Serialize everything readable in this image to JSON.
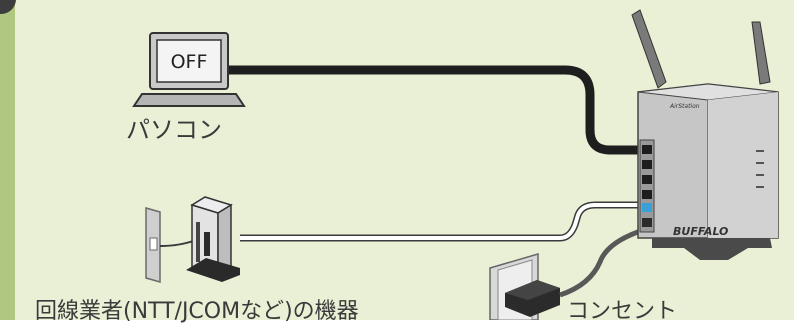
{
  "pc": {
    "screen_text": "OFF",
    "label": "パソコン"
  },
  "modem": {
    "label": "回線業者(NTT/JCOMなど)の機器"
  },
  "outlet": {
    "label": "コンセント"
  },
  "router": {
    "brand": "BUFFALO",
    "model_text": "AirStation"
  },
  "colors": {
    "panel": "#e9f0d6",
    "strip": "#afc77f",
    "cable": "#1e1e1e",
    "device": "#c6c6c6"
  }
}
